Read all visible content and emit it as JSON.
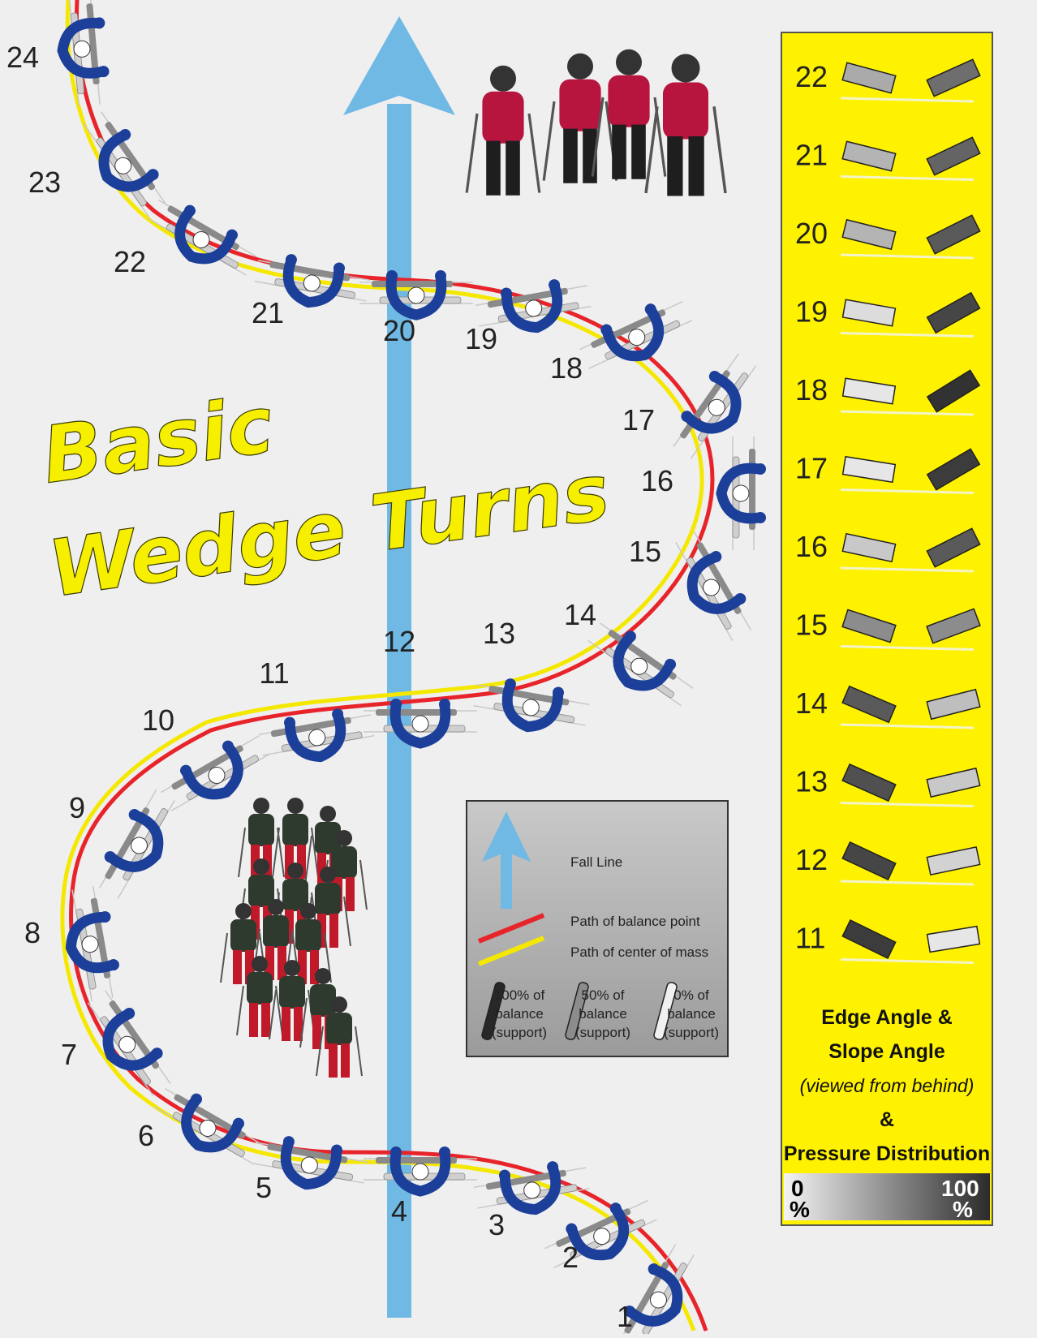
{
  "title": {
    "line1": "Basic",
    "line2": "Wedge Turns"
  },
  "colors": {
    "background": "#efefef",
    "fall_line": "#6fb9e4",
    "balance_path": "#e8242b",
    "mass_path": "#f5e800",
    "skier_body": "#1c3f9a",
    "panel": "#fff200"
  },
  "icons": [
    "skier-icon",
    "ski-icon",
    "arrow-up-icon"
  ],
  "positions": [
    "1",
    "2",
    "3",
    "4",
    "5",
    "6",
    "7",
    "8",
    "9",
    "10",
    "11",
    "12",
    "13",
    "14",
    "15",
    "16",
    "17",
    "18",
    "19",
    "20",
    "21",
    "22",
    "23",
    "24"
  ],
  "legend": {
    "fall_line": "Fall Line",
    "balance_path": "Path of balance point",
    "mass_path": "Path of center of mass",
    "support": [
      {
        "l1": "100% of",
        "l2": "balance",
        "l3": "(support)",
        "level": 1.0
      },
      {
        "l1": "50% of",
        "l2": "balance",
        "l3": "(support)",
        "level": 0.5
      },
      {
        "l1": "0% of",
        "l2": "balance",
        "l3": "(support)",
        "level": 0.0
      }
    ]
  },
  "panel": {
    "rows": [
      {
        "n": "22",
        "left": 0.35,
        "right": 0.65
      },
      {
        "n": "21",
        "left": 0.3,
        "right": 0.7
      },
      {
        "n": "20",
        "left": 0.3,
        "right": 0.75
      },
      {
        "n": "19",
        "left": 0.1,
        "right": 0.85
      },
      {
        "n": "18",
        "left": 0.05,
        "right": 0.95
      },
      {
        "n": "17",
        "left": 0.05,
        "right": 0.9
      },
      {
        "n": "16",
        "left": 0.2,
        "right": 0.75
      },
      {
        "n": "15",
        "left": 0.5,
        "right": 0.5
      },
      {
        "n": "14",
        "left": 0.75,
        "right": 0.25
      },
      {
        "n": "13",
        "left": 0.8,
        "right": 0.2
      },
      {
        "n": "12",
        "left": 0.85,
        "right": 0.15
      },
      {
        "n": "11",
        "left": 0.9,
        "right": 0.05
      }
    ],
    "caption1": "Edge Angle &",
    "caption2": "Slope Angle",
    "caption3": "(viewed from behind)",
    "caption4": "&",
    "caption5": "Pressure Distribution",
    "grad_low": "0",
    "grad_high": "100",
    "grad_unit": "%"
  }
}
